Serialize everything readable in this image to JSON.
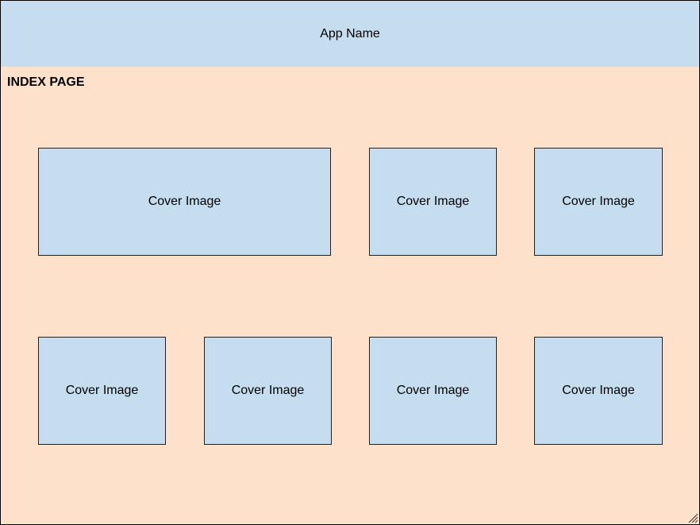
{
  "header": {
    "app_name": "App Name",
    "background_color": "#c5ddee"
  },
  "page": {
    "title": "INDEX PAGE",
    "background_color": "#fde1ca"
  },
  "covers": [
    {
      "label": "Cover Image"
    },
    {
      "label": "Cover Image"
    },
    {
      "label": "Cover Image"
    },
    {
      "label": "Cover Image"
    },
    {
      "label": "Cover Image"
    },
    {
      "label": "Cover Image"
    },
    {
      "label": "Cover Image"
    }
  ],
  "icons": {
    "resize_grip": "resize-grip-icon"
  }
}
